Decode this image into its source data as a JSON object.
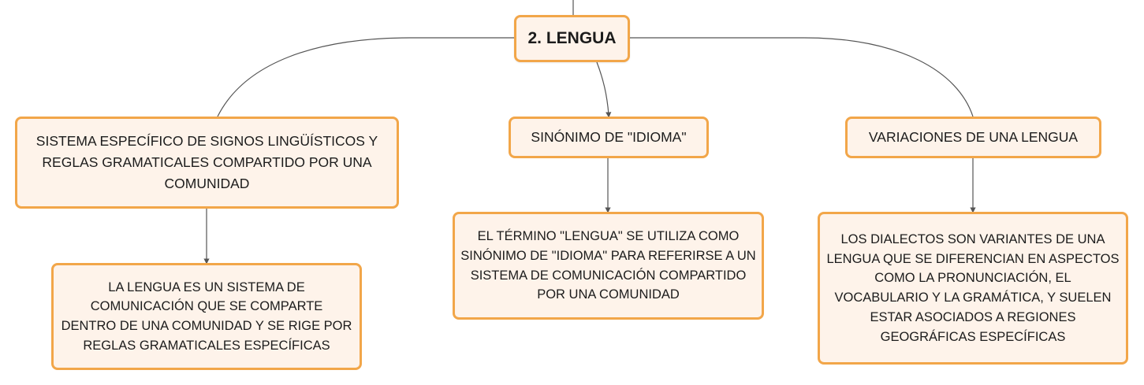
{
  "map": {
    "central": {
      "label": "2. LENGUA"
    },
    "branches": [
      {
        "label": "SISTEMA ESPECÍFICO DE SIGNOS LINGÜÍSTICOS Y\nREGLAS GRAMATICALES COMPARTIDO POR UNA\nCOMUNIDAD",
        "child": "LA LENGUA ES UN SISTEMA DE\nCOMUNICACIÓN QUE SE COMPARTE\nDENTRO DE UNA COMUNIDAD Y SE RIGE POR\nREGLAS GRAMATICALES ESPECÍFICAS"
      },
      {
        "label": "SINÓNIMO DE \"IDIOMA\"",
        "child": "EL TÉRMINO \"LENGUA\" SE UTILIZA COMO\nSINÓNIMO DE \"IDIOMA\" PARA REFERIRSE A UN\nSISTEMA DE COMUNICACIÓN COMPARTIDO\nPOR UNA COMUNIDAD"
      },
      {
        "label": "VARIACIONES DE UNA LENGUA",
        "child": "LOS DIALECTOS SON VARIANTES DE UNA\nLENGUA QUE SE DIFERENCIAN EN ASPECTOS\nCOMO LA PRONUNCIACIÓN, EL\nVOCABULARIO Y LA GRAMÁTICA, Y SUELEN\nESTAR ASOCIADOS A REGIONES\nGEOGRÁFICAS ESPECÍFICAS"
      }
    ],
    "colors": {
      "node_border": "#f2a649",
      "node_fill": "#fef3ea",
      "connector": "#555555",
      "text": "#1c1c1c"
    }
  }
}
